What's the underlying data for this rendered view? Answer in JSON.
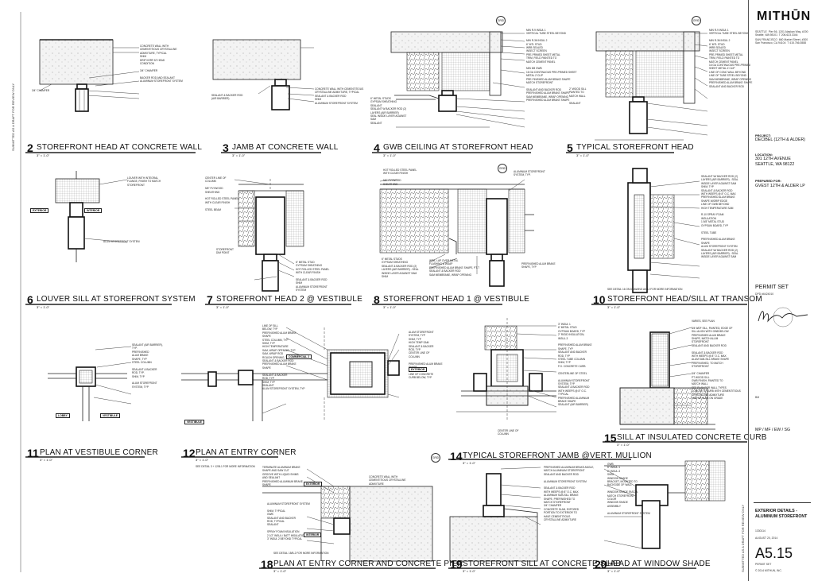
{
  "details": [
    {
      "num": "2",
      "title": "STOREFRONT HEAD AT CONCRETE WALL",
      "scale": "3\" = 1'-0\""
    },
    {
      "num": "3",
      "title": "JAMB AT CONCRETE WALL",
      "scale": "3\" = 1'-0\""
    },
    {
      "num": "4",
      "title": "GWB CEILING AT STOREFRONT HEAD",
      "scale": "3\" = 1'-0\""
    },
    {
      "num": "5",
      "title": "TYPICAL STOREFRONT HEAD",
      "scale": "3\" = 1'-0\""
    },
    {
      "num": "6",
      "title": "LOUVER SILL AT  STOREFRONT SYSTEM",
      "scale": "3\" = 1'-0\""
    },
    {
      "num": "7",
      "title": "STOREFRONT HEAD 2 @ VESTIBULE",
      "scale": "3\" = 1'-0\""
    },
    {
      "num": "8",
      "title": "STOREFRONT HEAD 1 @ VESTIBULE",
      "scale": "3\" = 1'-0\""
    },
    {
      "num": "10",
      "title": "STOREFRONT HEAD/SILL AT TRANSOM",
      "scale": "3\" = 1'-0\""
    },
    {
      "num": "11",
      "title": "PLAN AT VESTIBULE CORNER",
      "scale": "3\" = 1'-0\""
    },
    {
      "num": "12",
      "title": "PLAN AT ENTRY CORNER",
      "scale": "3\" = 1'-0\""
    },
    {
      "num": "14",
      "title": "TYPICAL STOREFRONT JAMB @VERT. MULLION",
      "scale": "3\" = 1'-0\""
    },
    {
      "num": "15",
      "title": "SILL AT INSULATED CONCRETE CURB",
      "scale": "3\" = 1'-0\""
    },
    {
      "num": "18",
      "title": "PLAN AT ENTRY CORNER AND CONCRETE PIER",
      "scale": "3\" = 1'-0\""
    },
    {
      "num": "19",
      "title": "STOREFRONT SILL AT CONCRETE SLAB",
      "scale": "3\" = 1'-0\""
    },
    {
      "num": "20",
      "title": "HEAD AT WINDOW SHADE",
      "scale": "3\" = 1'-0\""
    }
  ],
  "notes": {
    "d2": "CONCRETE WALL WITH\nCEMENTITIOUS CRYSTALLINE\nADMIXTURE, TYPICAL\nSHIM\nDRIP KERF AT HEAD\nCONDITION\n\n3/4\" CHAMFER\n\nBACKER ROD AND SEALANT\nALUMINUM STOREFRONT SYSTEM",
    "d2left": "3/4\" CHAMFER",
    "d3": "CONCRETE WALL WITH CEMENTITIOUS\nCRYSTALLINE ADMIXTURE, TYPICAL\nSEALANT & BACKER ROD\nSHIM\nALUMINUM STOREFRONT SYSTEM",
    "d3left": "SEALANT & BACKER ROD\n(AIR BARRIER)",
    "d4": "MIN R-9 INSUL 1\nVERTICAL TUBE STEEL BEYOND\n\nMIN R-36 INSUL 2\n6\" MTL STUD\nWRB SEALED\nINSECT SCREEN\nPRE-PRIMED SHEET METAL\nTRIM, FIELD PAINTED TO\nMATCH CEMENT PANEL\n\nMIN 5/8 GWB\n16 GA CONTINUOUS PRE-PRIMED SHEET\nMETAL Z CLIP\nPRE-FINISHED ALUM BRAKE SHAPE\nMATCH STOREFRONT\n\nSEALANT AND BACKER ROD\nPREFINISHED ALUM BRAKE SHAPE\nSAM MEMBRANE, WRAP OPENING\nPREFINISHED ALUM BRAKE SHAPE",
    "d4left": "6\" METAL STUDS\nGYPSUM SHEATHING\nSEALANT\nSEALANT W BACKER ROD (2)\nLAYERS (AIR BARRIER)\nSEAL INSIDE LAYER AGAINST\nSAM\nSEALANT",
    "d5": "MIN R-9 INSUL 1\nVERTICAL TUBE STEEL BEYOND\n\nMIN R-36 INSUL 2\n6\" MTL STUD\nWRB SEALED\nINSECT SCREEN\nPRE-PRIMED SHEET METAL\nTRIM, FIELD PAINTED TO\nMATCH CEMENT PANEL\n16 GA CONTINUOUS PRE-PRIMED\nSHEET METAL Z CLIP\nLINE OF CONC WALL BEYOND\nLINE OF TUBE STEEL BEYOND\nSAM MEMBRANE, WRAP OPENING\nPREFINISHED ALUM BRAKE SHAPE\nSEALANT AND BACKER ROD",
    "d5left": "2\" WOOD SILL\nPAINTED TO\nMATCH WALL\n\nSEALANT",
    "d6": "LOUVER WITH INTEGRAL\nFLANGE, FINISH TO MATCH\nSTOREFRONT",
    "d6b": "ALUM STOREFRONT SYSTEM",
    "d6tags": [
      "EXTERIOR",
      "INTERIOR"
    ],
    "d7": "CENTER LINE OF\nCOLUMN\n\n5/8\" PLYWOOD\nSHEATHING\n\nHOT ROLLED STEEL PANEL\nWITH CLEAR FINISH\n\nSTEEL BEAM",
    "d7b": "6\" METAL STUD\nGYPSUM SHEATHING\nHOT ROLLED STEEL PANEL\nWITH CLEAR FINISH\n\nSEALANT & BACKER ROD\nSHIM\nALUMINUM STOREFRONT\nSYSTEM",
    "d7c": "STOREFRONT\nDIM POINT",
    "d8": "HOT ROLLED STEEL PANEL\nWITH CLEAR FINISH\n\n5/8\" PLYWOOD\nSHEATHING",
    "d8b": "6\" METAL STUDS\nGYPSUM SHEATHING\nSEALANT & BACKER ROD (2)\nLAYERS (AIR BARRIER) - SEAL\nINSIDE LAYER AGAINST SAM\nSHIM",
    "d8c": "WRB, LAP OVER METAL\nFLASHING & WDAP\nPREFINISHED ALUM BRAKE SHAPE, PT-T\nSEALANT & BACKER ROD\nSAM MEMBRANE, WRAP OPENING",
    "d8d": "ALUMINUM STOREFRONT\nSYSTEM, TYP.",
    "d8e": "PREFINISHED ALUM BRAKE\nSHAPE, TYP",
    "d10": "SEALANT W/ BACKER ROD (2)\nLAYERS (AIR BARRIER) - SEAL\nINSIDE LAYER AGAINST SAM\nSHIM, TYP\nSEALANT & BACKER ROD\nWITH WEEPS @ 8\" O.C. MAX\nPREFINISHED ALUM BRAKE\nSHAPE W/DRIP EDGE\nLINE OF GWB BEYOND\nHIGH TEMPERATURE SAM\n\nR-10 SPRAY FOAM\nINSULATION\n1 5/8\" METAL STUD\nGYPSUM BOARD, TYP\n\nSTEEL TUBE\n\nPREFINISHED ALUM BRAKE\nSHAPE\nALUM STOREFRONT SYSTEM\nSEALANT W/ BACKER ROD (2)\nLAYERS (AIR BARRIER) - SEAL\nINSIDE LAYER AGAINST SAM",
    "d10ref": "SEE DETAIL 16 ON DRAWING A5.12 FOR MORE INFORMATION",
    "d11": "SEALANT (AIR BARRIER),\nTYP.\nPREFINISHED\nALUM BRAKE\nSHAPE, TYP\nSTEEL COLUMN\n\nSEALANT & BACKER\nROD, TYP.\nSHIM, TYP\n\nALUM STOREFRONT\nSYSTEM, TYP",
    "d11tags": [
      "LOBBY",
      "VESTIBULE"
    ],
    "d12": "LINE OF SILL\nBELOW, TYP\nPREFINISHED ALUM BRAKE\nSHAPE\nSTEEL COLUMN, TYP\nSHIM, TYP\nHIGH TEMPERATURE\nSAM, WRAP OPENING, TYP\nSAM, WRAP ROD\nROUGH OPENING, TYP\nSEALANT & BACKER ROD\nPREFINISHED ALUM BRAKE\nSHAPE\n\nSEALANT & BACKER\nROD, TYP\nSHIM, TYP\nSEALANT\nALUM STOREFRONT SYSTEM, TYP",
    "d12b": "ALUM STOREFRONT\nSYSTEM, TYP\nSHIM, TYP\nHIGH TEMP SAM\nSEALANT & BACKER\nROD, TYP\nCENTER LINE OF\nCOLUMN\n\nPREFINISHED ALUM BRAKE\nSHAPE\n\nLINE OF CONCRETE\nCURB BELOW, TYP",
    "d12tags": [
      "VESTIBULE",
      "COMMERCIAL 2",
      "EXTERIOR"
    ],
    "d12ref": "SEE DETAIL 3 + 12/B-1 FOR MORE INFORMATION",
    "d14": "3\" INSUL 1\n6\" METAL STUD\nGYPSUM BOARD, TYP\n2\" RIGID INSULATION,\nINSUL-3\n\nPREFINISHED ALUM BRAKE\nSHAPE, TYP\nSEALANT AND BACKER\nROD, TYP\nSTEEL TUBE COLUMN\nSHIM, TYP\nF.G. CONCRETE CURB\n\nCENTERLINE OF STEEL\n\nALUMINUM STOREFRONT\nSYSTEM, TYP\nSEALANT & BACKER ROD\nWITH WEEPS @ 8\" O.C.\nTYPICAL\nPREFINISHED ALUMINUM\nBRAKE SHAPE\nSEALANT (AIR BARRIER)",
    "d14b": "CENTER LINE OF\nCOLUMN",
    "d15": "VARIES, SEE PLAN\n\n5/4 WDF SILL, PAINTED, EDGE OF\nSILL ALIGN WITH GWB BELOW\nPREFINISHED ALUM BRAKE\nSHAPE, MATCH ALUM\nSTOREFRONT\nSEALANT AND BACKER ROD\n\nSEALANT & BACKER ROD\nWITH WEEPS @ 8\" O.C. MAX\nALUM SUB-SILL BRAKE SHAPE\nPREFINISHED, TO MATCH\nSTOREFRONT\n\n3/4\" CHAMFER\nPT WOOD SILL\nGWB FINISH, PAINTED TO\nMATCH WALL\nSEE PLAN FOR WALL TYPES\nCONCRETE CURB WITH CEMENTITIOUS\nCRYSTALLINE ADMIXTURE\nLINE OF SLAB ON GRADE",
    "d18": "TERMINATE ALUMINUM BRAKE\nSHAPE AND SAW CUT\nGROOVE WITH LIQUID SHIMS\nAND SEALANT\nPREFINISHED ALUMINUM BRAKE\nSHAPE",
    "d18b": "ALUMINUM STOREFRONT SYSTEM\n\nSHIM, TYPICAL\nGWB\nSEALANT AND BACKER\nROD, TYPICAL\nSEALANT\n\nSPRAY FOAM INSULATION\n2 1/2\" INSUL / BATT INSULATION\n3\" INSUL 2 BEYOND TYPICAL",
    "d18c": "CONCRETE WALL WITH\nCEMENTITIOUS CRYSTALLINE\nADMIXTURE",
    "d18tags": [
      "EXTERIOR",
      "INTERIOR"
    ],
    "d18ref": "SEE DETAIL 15/B-2 FOR MORE INFORMATION",
    "d19": "PREFINISHED ALUMINUM BRAKE ANGLE,\nMATCH ALUMINUM STOREFRONT\nSEALANT AND BACKER ROD\n\nALUMINUM STOREFRONT SYSTEM\n\nSEALANT & BACKER ROD\nWITH WEEPS @ 8\" O.C. MAX\nALUMINUM SUB-SILL BRAKE\nSHAPE, PREFINISHED TO\nMATCH STOREFRONT\n3/4\" CHAMFER\nCONCRETE SLAB, EXPOSED\nPORTION TO EXTERIOR TO\nHAVE CEMENTITIOUS\nCRYSTALLINE ADMIXTURE",
    "d20": "GWB\n5\" INSUL-1\n2\" INSUL-3\nSHIM\nWINDOW SHADE\nBRACKET, MOUNTED TO\nBACKSIDE OF WALL\n\nWINDOW SHADE FASCIA,\nMATCH STOREFRONT\nCOLOR\nWINDOW SHADE\nASSEMBLY\n\nALUMINUM STOREFRONT SYSTEM",
    "side": "SUBMITTED AS A DRAFT FOR REVIEW ONLY"
  },
  "titleblock": {
    "logo": "MITHŪN",
    "office1": "SEATTLE  Pier 56, 1201 Alaskan Way, #200\nSeattle, WA 98101  T 206.623.3344",
    "office2": "SAN FRANCISCO  660 Market Street, #300\nSan Francisco, CA 94104  T 415.766.0888",
    "project_label": "PROJECT:",
    "project": "DECIBEL (12TH & ALDER)",
    "location_label": "LOCATION:",
    "location": "301 12TH AVENUE\nSEATTLE, WA 98122",
    "prepared_label": "PREPARED FOR:",
    "prepared": "GVEST 12TH & ALDER LP",
    "permit": "PERMIT SET",
    "dpd": "DPD #6424010",
    "signature_initials": "BM",
    "people": "MP / MF / EW / SG",
    "sheet_title": "EXTERIOR DETAILS -\nALUMINUM STOREFRONT",
    "project_no": "1330114",
    "date": "AUGUST 20, 2014",
    "sheet_no": "A5.15",
    "sheet_status": "PERMIT SET",
    "copyright": "© 2014 MITHUN, INC."
  }
}
